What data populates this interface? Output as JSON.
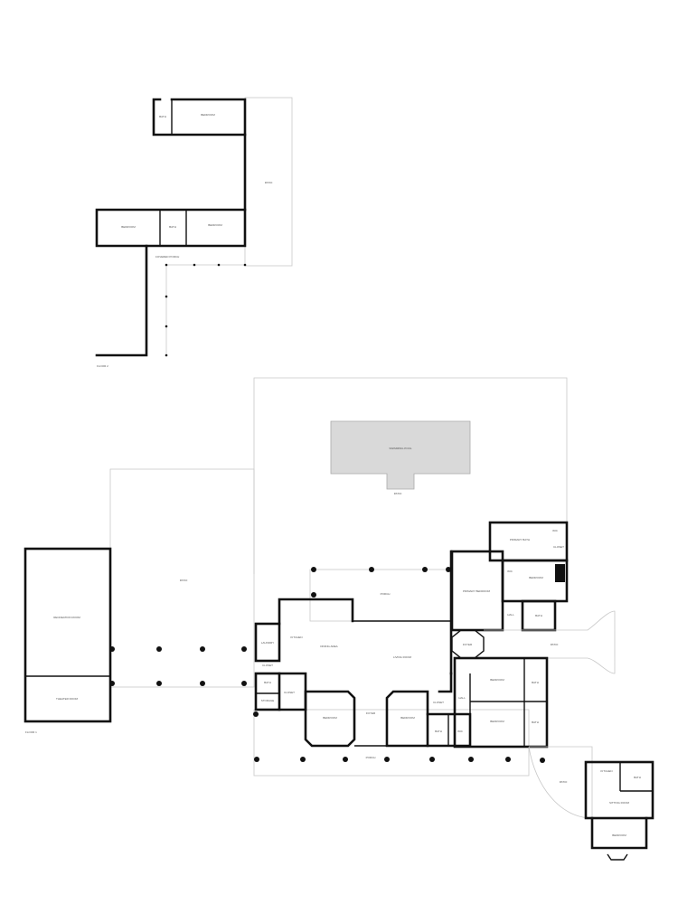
{
  "floors": {
    "upper": "FLOOR 2",
    "lower": "FLOOR 1"
  },
  "rooms_upper": [
    "BATH",
    "BEDROOM",
    "PATIO",
    "BEDROOM",
    "BATH",
    "BEDROOM",
    "COVERED PORCH"
  ],
  "rooms_lower": [
    "SWIMMING POOL",
    "PATIO",
    "PATIO",
    "RECREATION ROOM",
    "THEATER ROOM",
    "PORCH",
    "KITCHEN",
    "DINING AREA",
    "LIVING ROOM",
    "LAUNDRY",
    "CLOSET",
    "BATH",
    "STORAGE",
    "CLOSET",
    "BEDROOM",
    "FOYER",
    "BEDROOM",
    "CLOSET",
    "BATH",
    "WIC",
    "PRIMARY BEDROOM",
    "PRIMARY BATH",
    "WIC",
    "CLOSET",
    "BEDROOM",
    "WIC",
    "HALL",
    "BATH",
    "FOYER",
    "PATIO",
    "BEDROOM",
    "BATH",
    "HALL",
    "BEDROOM",
    "BATH",
    "PORCH",
    "PATIO",
    "KITCHEN",
    "BATH",
    "SITTING ROOM",
    "BEDROOM"
  ],
  "colors": {
    "wall": "#111111",
    "outline": "#c8c8c8",
    "pool": "#d9d9d9"
  }
}
